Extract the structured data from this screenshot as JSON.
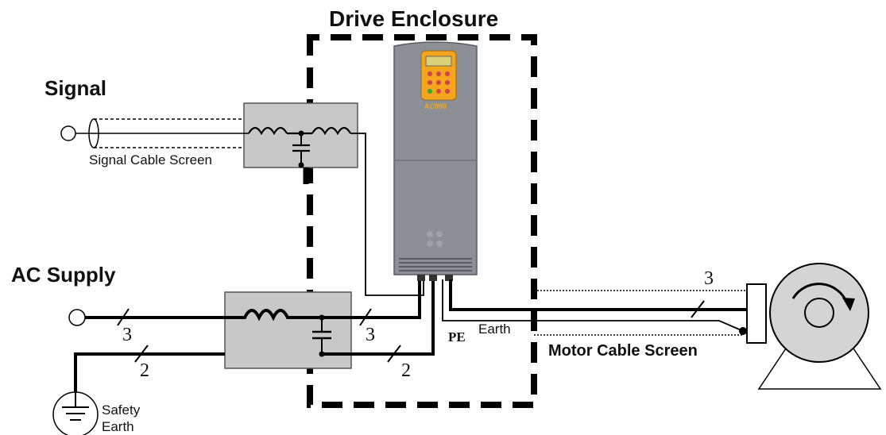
{
  "labels": {
    "drive_enclosure": "Drive Enclosure",
    "signal": "Signal",
    "signal_cable_screen": "Signal Cable Screen",
    "ac_supply": "AC Supply",
    "safety_earth_1": "Safety",
    "safety_earth_2": "Earth",
    "pe": "PE",
    "earth": "Earth",
    "motor_cable_screen": "Motor Cable Screen",
    "count_3_supply": "3",
    "count_2_supply": "2",
    "count_3_drive": "3",
    "count_2_drive": "2",
    "count_3_motor": "3",
    "drive_logo": "AC890"
  },
  "colors": {
    "filter_fill": "#c8c8c8",
    "drive_body": "#8c8f95",
    "keypad": "#f3a51f",
    "line": "#000000"
  }
}
